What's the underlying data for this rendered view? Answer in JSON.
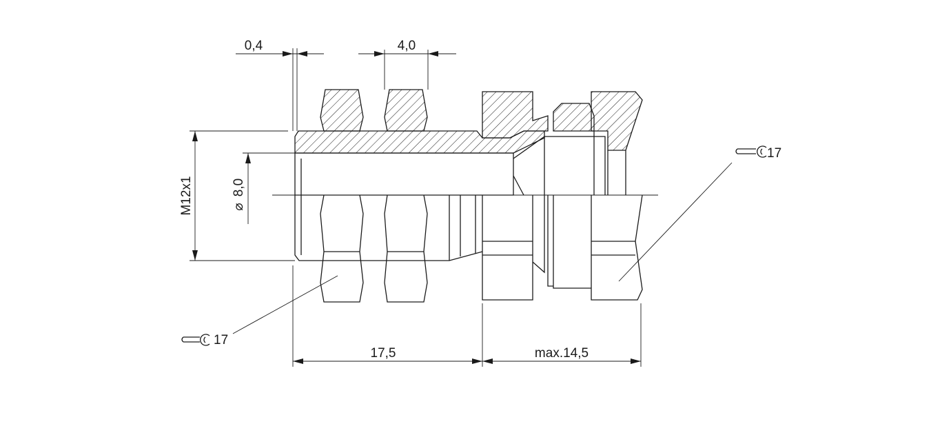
{
  "drawing": {
    "dimensions": {
      "gap": "0,4",
      "pitch": "4,0",
      "thread": "M12x1",
      "bore_symbol": "⌀",
      "bore": "8,0",
      "length_left": "17,5",
      "length_right": "max.14,5"
    },
    "wrench_callouts": [
      {
        "size": "17"
      },
      {
        "size": "17"
      }
    ],
    "colors": {
      "line": "#1a1a1a",
      "background": "#ffffff"
    }
  }
}
